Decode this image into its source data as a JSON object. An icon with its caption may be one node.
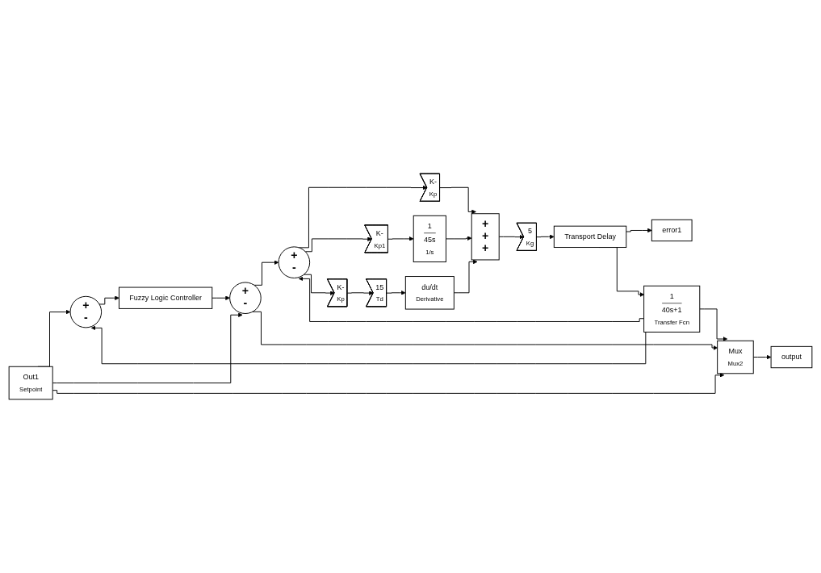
{
  "diagram": {
    "nodes": [
      {
        "text": [
          "Out1",
          "Setpoint"
        ]
      },
      {
        "text": [
          "+",
          "-"
        ]
      },
      {
        "text": [
          "+",
          "-"
        ]
      },
      {
        "text": [
          "Fuzzy Logic Controller"
        ]
      },
      {
        "text": [
          "+",
          "-"
        ]
      },
      {
        "text": [
          "K-",
          "Kp"
        ]
      },
      {
        "text": [
          "K-",
          "Kp1"
        ]
      },
      {
        "text": [
          "1",
          "45s",
          "1/s"
        ]
      },
      {
        "text": [
          "K-",
          "Kp"
        ]
      },
      {
        "text": [
          "15",
          "Td"
        ]
      },
      {
        "text": [
          "du/dt",
          "Derivative"
        ]
      },
      {
        "text": [
          "+",
          "+",
          "+"
        ]
      },
      {
        "text": [
          "5",
          "Kg"
        ]
      },
      {
        "text": [
          "Transport Delay"
        ]
      },
      {
        "text": [
          "error1"
        ]
      },
      {
        "text": [
          "1",
          "40s+1",
          "Transfer Fcn"
        ]
      },
      {
        "text": [
          "Mux",
          "Mux2"
        ]
      },
      {
        "text": [
          "output"
        ]
      }
    ],
    "edges": [
      {
        "from": 0,
        "to": 1,
        "arrow": "to"
      },
      {
        "from": 0,
        "to": 2,
        "arrow": "to"
      },
      {
        "from": 0,
        "to": 16,
        "arrow": "to"
      },
      {
        "from": 1,
        "to": 3,
        "arrow": "to"
      },
      {
        "from": 3,
        "to": 2,
        "arrow": "to"
      },
      {
        "from": 2,
        "to": 4,
        "arrow": "to"
      },
      {
        "from": 2,
        "to": 16,
        "arrow": "to"
      },
      {
        "from": 15,
        "to": 1,
        "arrow": "to"
      },
      {
        "from": 15,
        "to": 4,
        "arrow": "to"
      },
      {
        "from": 4,
        "to": 5,
        "arrow": "to"
      },
      {
        "from": 4,
        "to": 6,
        "arrow": "to"
      },
      {
        "from": 4,
        "to": 8,
        "arrow": "to"
      },
      {
        "from": 5,
        "to": 11,
        "arrow": "to"
      },
      {
        "from": 6,
        "to": 7,
        "arrow": "to"
      },
      {
        "from": 7,
        "to": 11,
        "arrow": "to"
      },
      {
        "from": 8,
        "to": 9,
        "arrow": "to"
      },
      {
        "from": 9,
        "to": 10,
        "arrow": "to"
      },
      {
        "from": 10,
        "to": 11,
        "arrow": "to"
      },
      {
        "from": 11,
        "to": 12,
        "arrow": "to"
      },
      {
        "from": 12,
        "to": 13,
        "arrow": "to"
      },
      {
        "from": 13,
        "to": 14,
        "arrow": "to"
      },
      {
        "from": 13,
        "to": 15,
        "arrow": "to"
      },
      {
        "from": 15,
        "to": 16,
        "arrow": "to"
      },
      {
        "from": 16,
        "to": 17,
        "arrow": "to"
      }
    ]
  }
}
